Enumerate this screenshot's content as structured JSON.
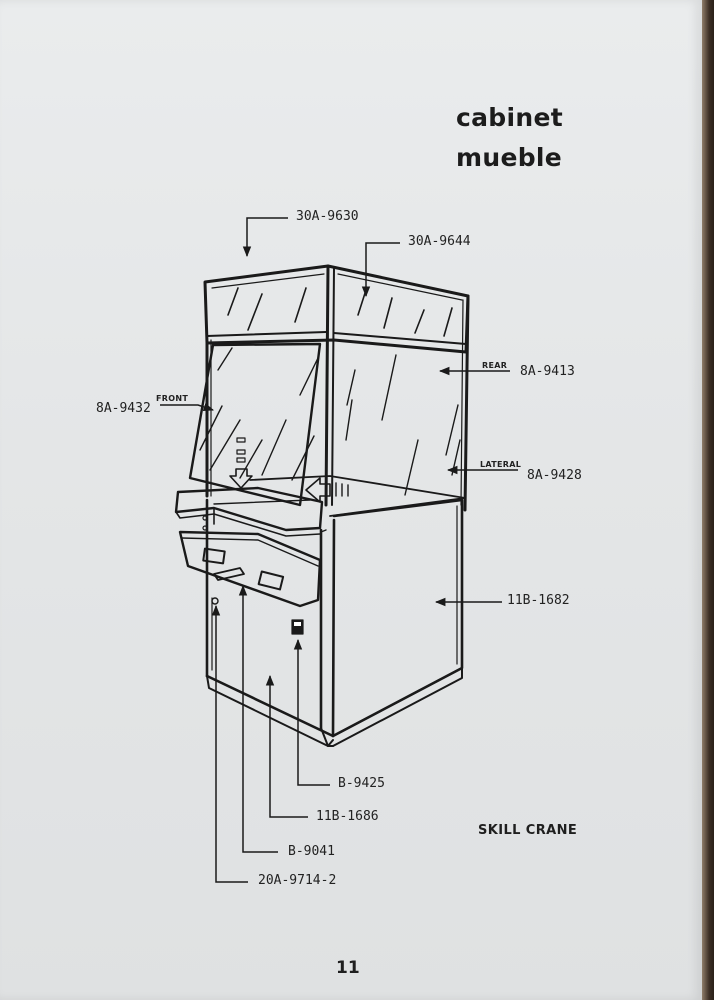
{
  "header": {
    "title_en": "cabinet",
    "title_es": "mueble"
  },
  "labels": {
    "front": "FRONT",
    "rear": "REAR",
    "lateral": "LATERAL"
  },
  "parts": {
    "top_front_panel": "30A-9630",
    "top_side_panel": "30A-9644",
    "rear_glass": "8A-9413",
    "front_glass": "8A-9432",
    "side_glass": "8A-9428",
    "side_panel": "11B-1682",
    "coin_door_lock": "B-9425",
    "front_panel": "11B-1686",
    "handle": "B-9041",
    "keylock": "20A-9714-2"
  },
  "footer": {
    "product": "SKILL CRANE",
    "page_number": "11"
  }
}
